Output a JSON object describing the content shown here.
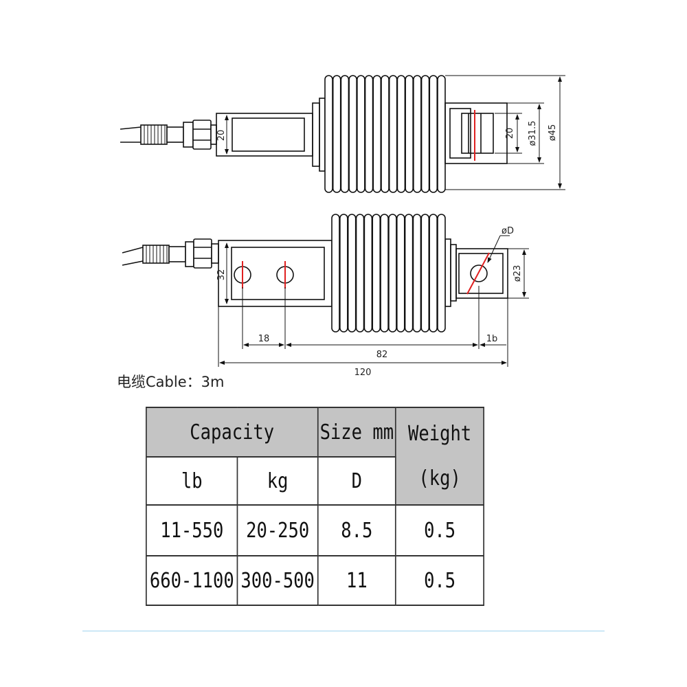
{
  "drawing": {
    "top_view": {
      "dim_height": "20",
      "dim_inner": "20",
      "dim_diameter_small": "ø31.5",
      "dim_diameter_large": "ø45"
    },
    "side_view": {
      "dim_height": "32",
      "dim_hole": "øD",
      "dim_diameter": "ø23",
      "dim_hole_spacing": "18",
      "dim_span": "82",
      "dim_end": "1b",
      "dim_total": "120"
    }
  },
  "cable": {
    "label": "电缆Cable：3m"
  },
  "table": {
    "header_capacity": "Capacity",
    "header_size": "Size  mm",
    "header_weight": "Weight",
    "header_weight_unit": "(kg)",
    "sub_lb": "lb",
    "sub_kg": "kg",
    "sub_d": "D",
    "rows": [
      {
        "lb": "11-550",
        "kg": "20-250",
        "d": "8.5",
        "weight": "0.5"
      },
      {
        "lb": "660-1100",
        "kg": "300-500",
        "d": "11",
        "weight": "0.5"
      }
    ]
  },
  "colors": {
    "marker_red": "#e02020",
    "header_gray": "#c4c4c4",
    "divider_blue": "#9fd3ee"
  }
}
